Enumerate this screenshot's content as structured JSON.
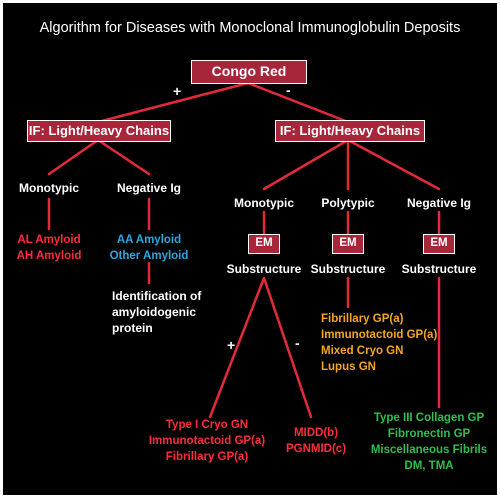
{
  "title": "Algorithm for Diseases with Monoclonal Immunoglobulin Deposits",
  "colors": {
    "background": "#000000",
    "box_fill": "#a8263a",
    "line": "#e22a3a",
    "red_text": "#ff2b3b",
    "blue_text": "#2aa8e0",
    "orange_text": "#f5a623",
    "green_text": "#2fbf4f",
    "white_text": "#ffffff"
  },
  "root": {
    "label": "Congo Red"
  },
  "branch_signs": {
    "positive": "+",
    "negative": "-"
  },
  "left": {
    "box_label": "IF: Light/Heavy Chains",
    "monotypic": {
      "label": "Monotypic",
      "results": [
        "AL Amyloid",
        "AH Amyloid"
      ]
    },
    "negative": {
      "label": "Negative Ig",
      "results": [
        "AA Amyloid",
        "Other Amyloid"
      ],
      "note": [
        "Identification of",
        "amyloidogenic",
        "protein"
      ]
    }
  },
  "right": {
    "box_label": "IF: Light/Heavy Chains",
    "em_label": "EM",
    "substructure_label": "Substructure",
    "monotypic": {
      "label": "Monotypic",
      "positive_results": [
        "Type I Cryo GN",
        "Immunotactoid GP(a)",
        "Fibrillary GP(a)"
      ],
      "negative_results": [
        "MIDD(b)",
        "PGNMID(c)"
      ]
    },
    "polytypic": {
      "label": "Polytypic",
      "results": [
        "Fibrillary GP(a)",
        "Immunotactoid GP(a)",
        "Mixed Cryo GN",
        "Lupus GN"
      ]
    },
    "negative": {
      "label": "Negative Ig",
      "results": [
        "Type III Collagen GP",
        "Fibronectin GP",
        "Miscellaneous Fibrils",
        "DM, TMA"
      ]
    }
  }
}
